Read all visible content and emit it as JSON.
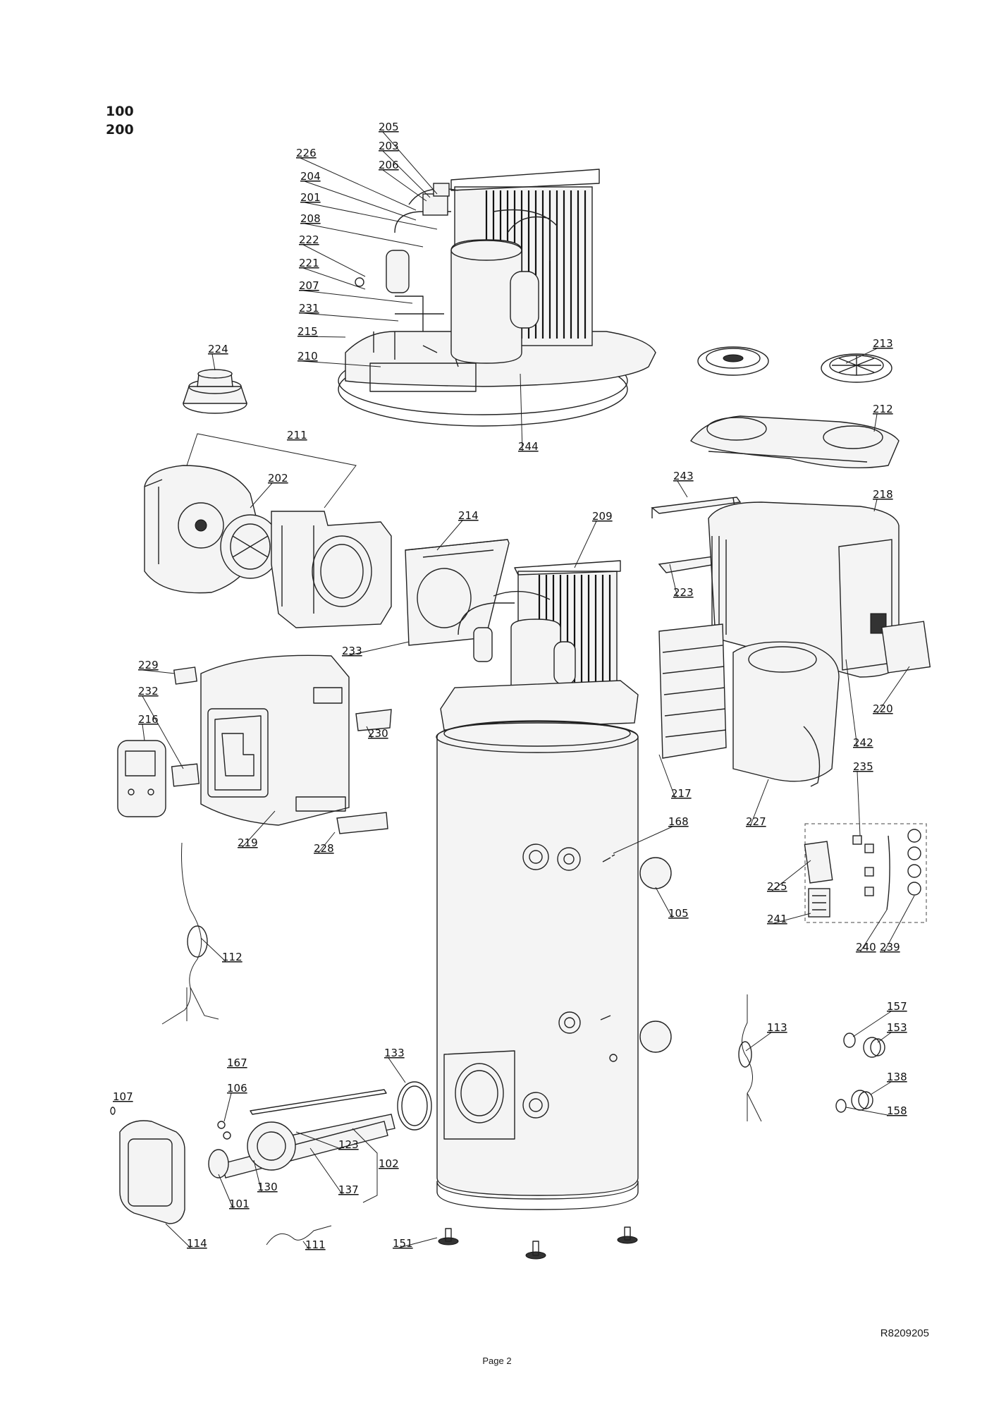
{
  "models": [
    "100",
    "200"
  ],
  "doc_ref": "R8209205",
  "page": "Page 2",
  "callouts": [
    "205",
    "203",
    "206",
    "226",
    "204",
    "201",
    "208",
    "222",
    "221",
    "207",
    "231",
    "215",
    "210",
    "244",
    "224",
    "213",
    "212",
    "211",
    "202",
    "214",
    "209",
    "243",
    "218",
    "223",
    "233",
    "229",
    "232",
    "216",
    "230",
    "219",
    "228",
    "217",
    "227",
    "220",
    "242",
    "235",
    "168",
    "105",
    "225",
    "241",
    "240",
    "239",
    "112",
    "113",
    "157",
    "153",
    "138",
    "158",
    "167",
    "106",
    "107",
    "133",
    "123",
    "102",
    "137",
    "130",
    "101",
    "114",
    "111",
    "151"
  ]
}
